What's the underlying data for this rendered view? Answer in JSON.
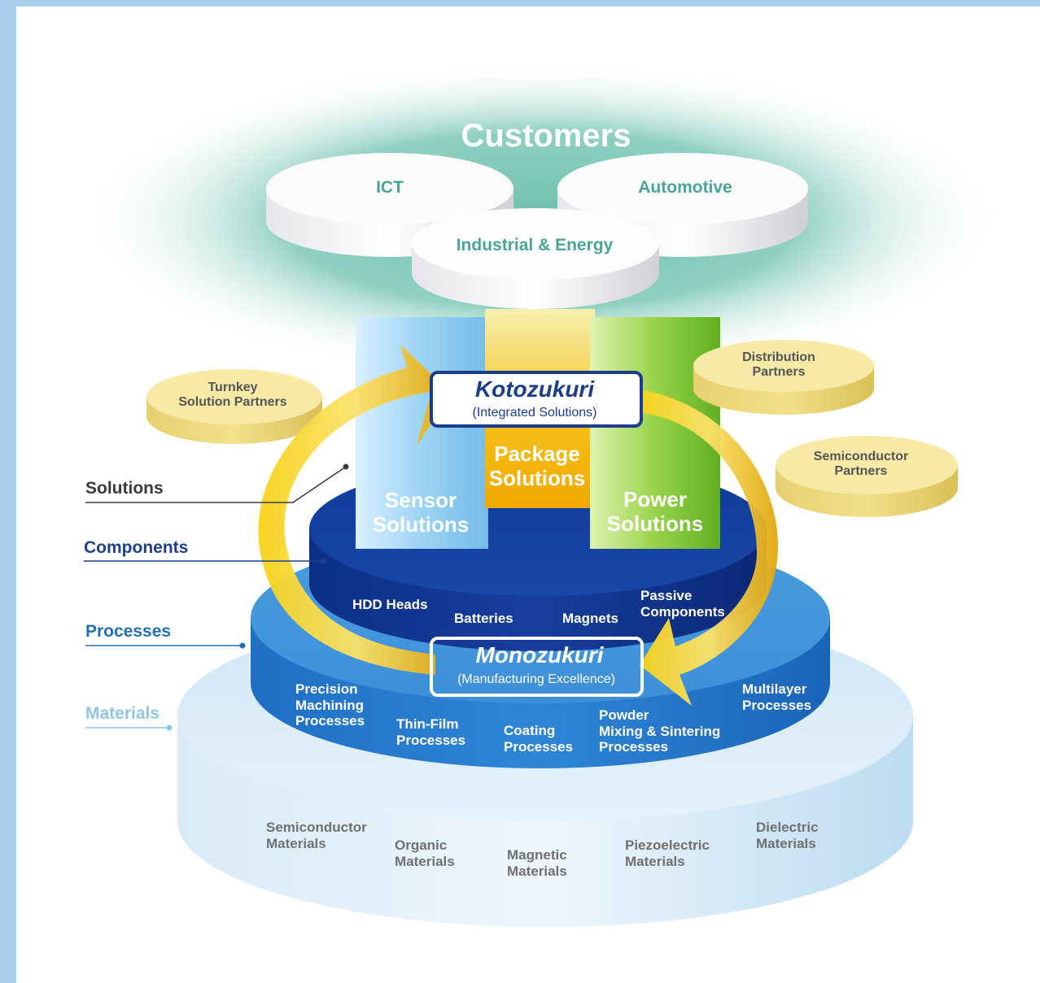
{
  "customers": {
    "title": "Customers",
    "markets": [
      "ICT",
      "Automotive",
      "Industrial & Energy"
    ]
  },
  "partners": {
    "turnkey": "Turnkey\nSolution Partners",
    "distribution": "Distribution\nPartners",
    "semiconductor": "Semiconductor\nPartners"
  },
  "kotozukuri": {
    "title": "Kotozukuri",
    "subtitle": "(Integrated Solutions)"
  },
  "monozukuri": {
    "title": "Monozukuri",
    "subtitle": "(Manufacturing Excellence)"
  },
  "solutions": {
    "package": "Package\nSolutions",
    "sensor": "Sensor\nSolutions",
    "power": "Power\nSolutions"
  },
  "levels": {
    "solutions": "Solutions",
    "components": "Components",
    "processes": "Processes",
    "materials": "Materials"
  },
  "components": [
    "HDD Heads",
    "Batteries",
    "Magnets",
    "Passive\nComponents"
  ],
  "processes": [
    "Precision\nMachining\nProcesses",
    "Thin-Film\nProcesses",
    "Coating\nProcesses",
    "Powder\nMixing & Sintering\nProcesses",
    "Multilayer\nProcesses"
  ],
  "materials": [
    "Semiconductor\nMaterials",
    "Organic\nMaterials",
    "Magnetic\nMaterials",
    "Piezoelectric\nMaterials",
    "Dielectric\nMaterials"
  ],
  "colors": {
    "teal_text": "#4aa596",
    "solutions_label": "#3a3a3a",
    "components_label": "#1d3f8c",
    "processes_label": "#1f70b8",
    "materials_label": "#8fc6e8",
    "navy_box": "#1c3d8c",
    "arrow_yellow": "#f7d21a"
  }
}
